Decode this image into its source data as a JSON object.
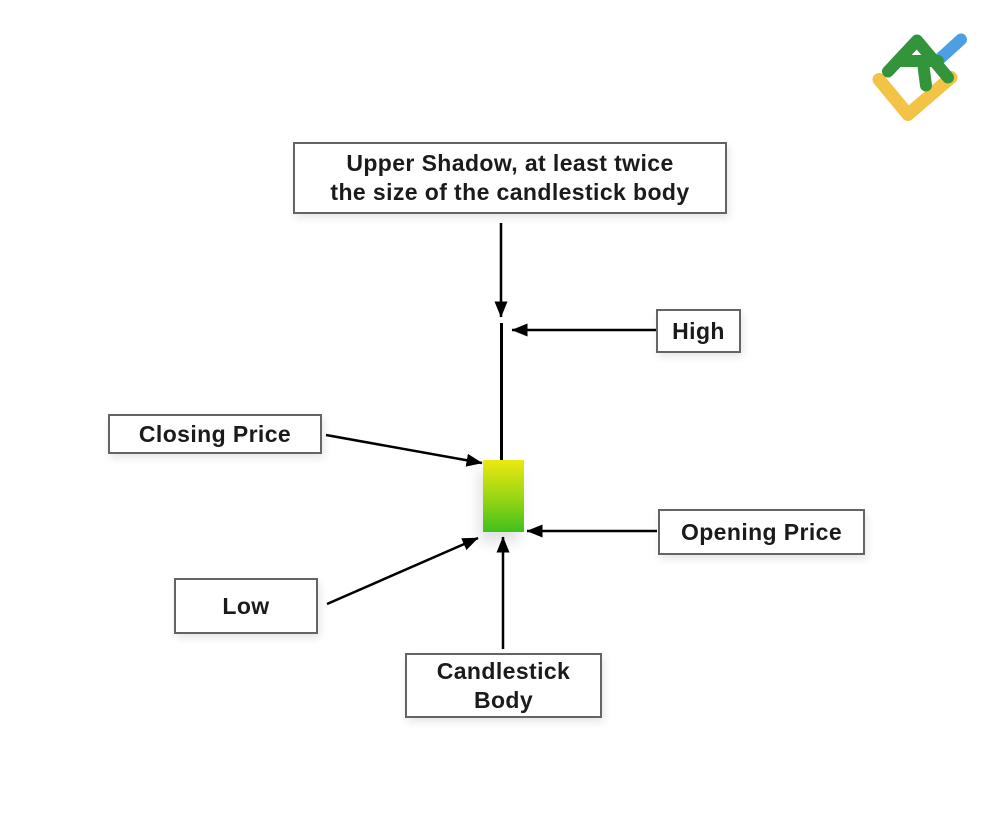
{
  "brand": {
    "logo_icon": "litefinance-logo",
    "colors": {
      "green": "#33943B",
      "blue": "#4D9EE3",
      "yellow": "#F2C344"
    }
  },
  "diagram": {
    "arrow_color": "#000000",
    "box_style": {
      "border_color": "#646464",
      "background_color": "#ffffff",
      "text_color": "#1b1b1b"
    },
    "candle": {
      "wick_color": "#000000",
      "body_gradient_top": "#ECE90F",
      "body_gradient_bottom": "#3FC01D"
    },
    "labels": {
      "upper_shadow": {
        "line1": "Upper Shadow, at least twice",
        "line2": "the size of the candlestick body"
      },
      "high": "High",
      "closing_price": "Closing Price",
      "opening_price": "Opening Price",
      "low": "Low",
      "candlestick_body": {
        "line1": "Candlestick",
        "line2": "Body"
      }
    }
  }
}
